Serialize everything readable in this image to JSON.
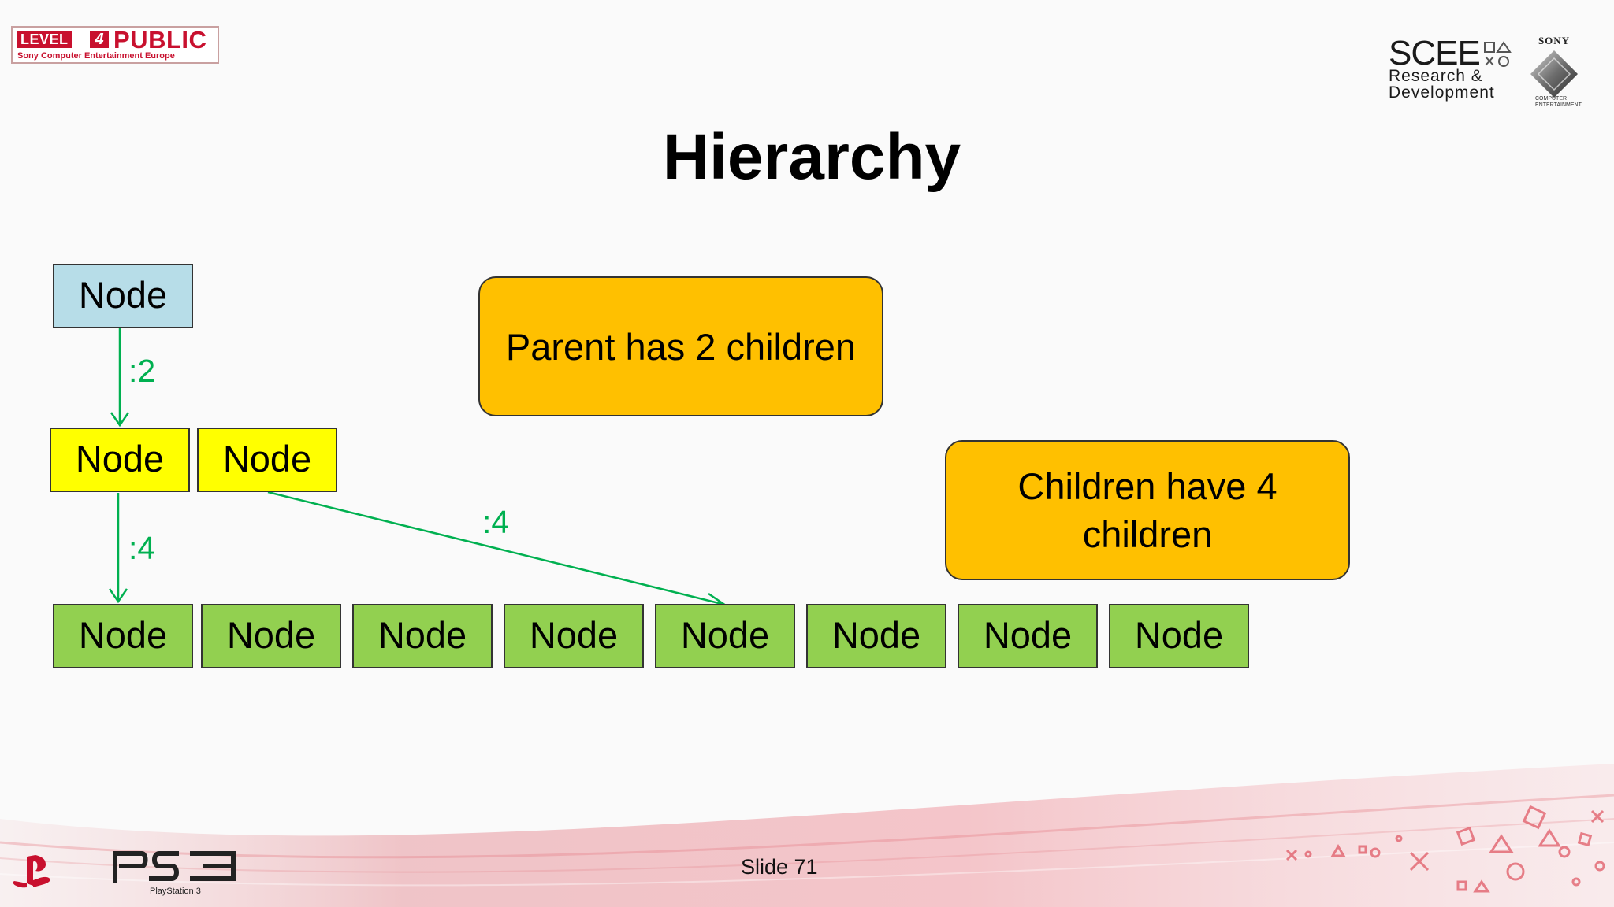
{
  "header": {
    "badge_level": "LEVEL",
    "badge_number": "4",
    "badge_public": "PUBLIC",
    "badge_sub": "Sony Computer Entertainment Europe",
    "scee_title": "SCEE",
    "scee_sub1": "Research &",
    "scee_sub2": "Development",
    "sony_word": "SONY",
    "sony_sub1": "COMPUTER",
    "sony_sub2": "ENTERTAINMENT"
  },
  "title": "Hierarchy",
  "diagram": {
    "root_label": "Node",
    "children": [
      "Node",
      "Node"
    ],
    "leaves": [
      "Node",
      "Node",
      "Node",
      "Node",
      "Node",
      "Node",
      "Node",
      "Node"
    ],
    "edge_labels": {
      "root_to_child": ":2",
      "child1_to_leaf": ":4",
      "child2_to_leaf": ":4"
    },
    "callout_parent": "Parent has 2 children",
    "callout_children": "Children have 4 children",
    "colors": {
      "root": "#b7dde8",
      "child": "#ffff00",
      "leaf": "#92d050",
      "callout": "#ffc000",
      "edge": "#00b050"
    }
  },
  "footer": {
    "ps3_text": "PS3",
    "ps3_sub": "PlayStation 3",
    "slide_label": "Slide 71"
  }
}
